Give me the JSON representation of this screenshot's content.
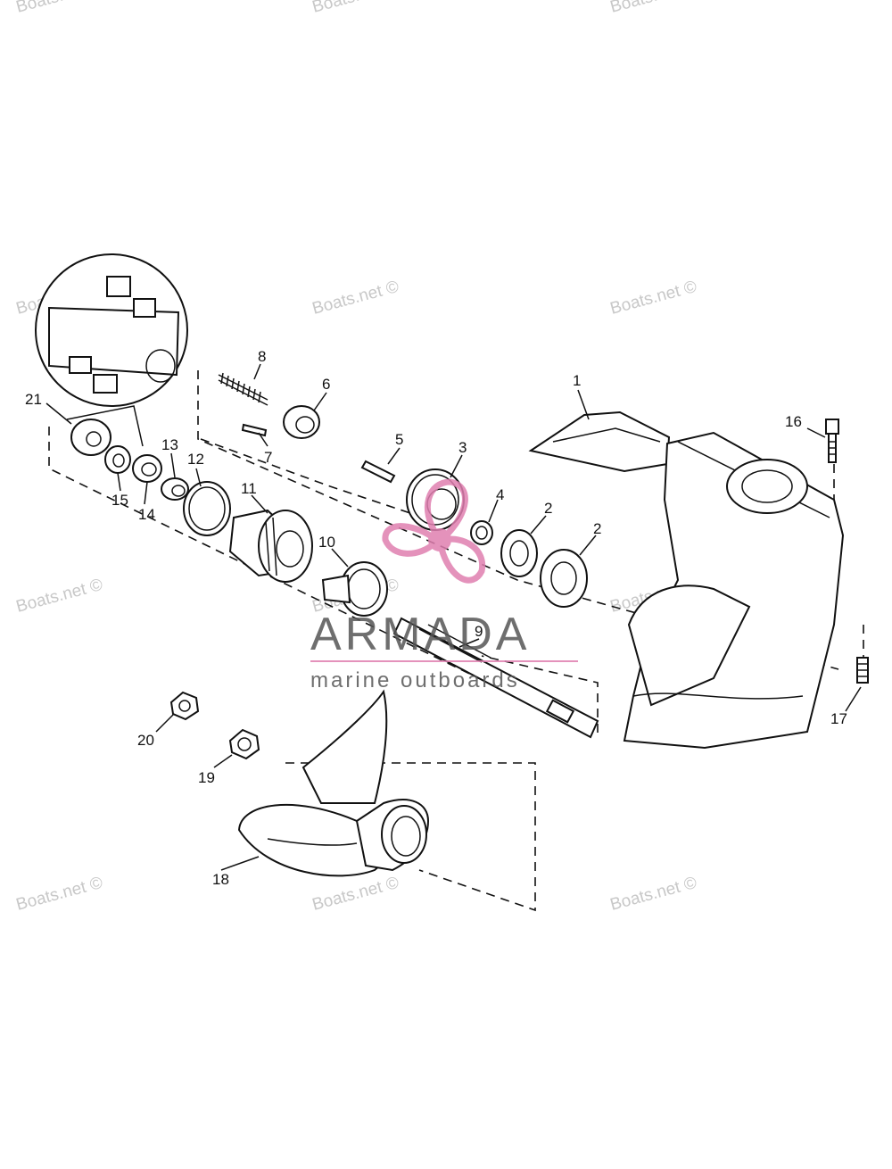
{
  "callouts": [
    "1",
    "2",
    "2",
    "3",
    "4",
    "5",
    "6",
    "7",
    "8",
    "9",
    "10",
    "11",
    "12",
    "13",
    "14",
    "15",
    "16",
    "17",
    "18",
    "19",
    "20",
    "21"
  ],
  "watermark": "Boats.net ©",
  "logo": {
    "name": "ARMADA",
    "tagline": "marine outboards"
  },
  "colors": {
    "line": "#111111",
    "watermark": "#c8c8c8",
    "logo_pink": "#e07fb0",
    "logo_text": "#555555"
  }
}
